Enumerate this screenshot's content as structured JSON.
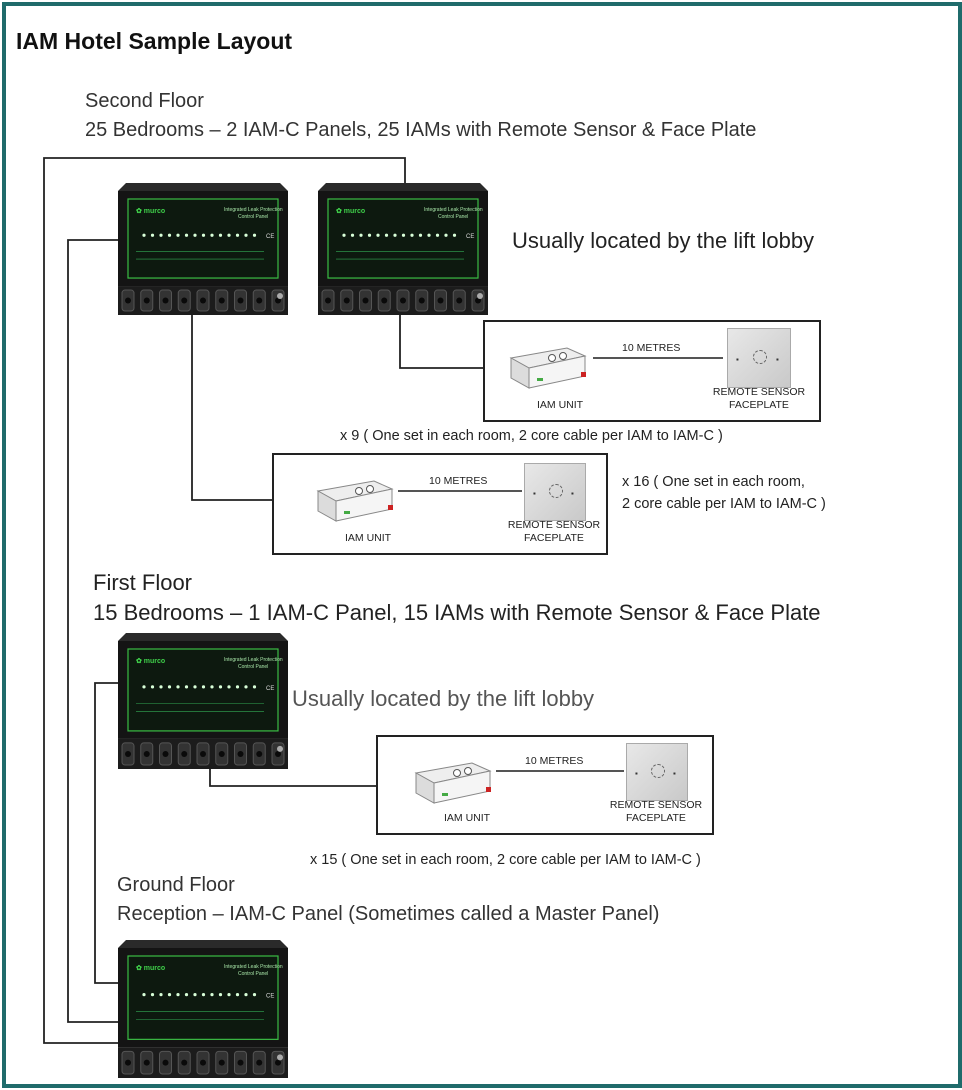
{
  "title": "IAM Hotel Sample Layout",
  "second_floor": {
    "heading": "Second Floor",
    "description": "25 Bedrooms – 2 IAM-C Panels, 25 IAMs with Remote Sensor & Face Plate",
    "panel_location": "Usually located by the lift lobby",
    "set_a_note": "x 9 ( One set in each room, 2 core cable per IAM to IAM-C )",
    "set_b_note_line1": "x 16 ( One set in each room,",
    "set_b_note_line2": "2 core cable per IAM to IAM-C )"
  },
  "first_floor": {
    "heading": "First Floor",
    "description": "15 Bedrooms – 1 IAM-C Panel, 15 IAMs with Remote Sensor & Face Plate",
    "panel_location": "Usually located by the lift lobby",
    "set_note": "x 15 ( One set in each room, 2 core cable per IAM to IAM-C )"
  },
  "ground_floor": {
    "heading": "Ground Floor",
    "description": "Reception – IAM-C Panel (Sometimes called a Master Panel)"
  },
  "room_set": {
    "distance_label": "10 METRES",
    "iam_label": "IAM UNIT",
    "sensor_label_line1": "REMOTE SENSOR",
    "sensor_label_line2": "FACEPLATE"
  },
  "panel": {
    "brand": "murco",
    "name_line1": "Integrated Leak Protection",
    "name_line2": "Control Panel"
  },
  "colors": {
    "frame": "#1f6b6b",
    "panel_body": "#141414",
    "panel_glow": "#3fcf4a"
  }
}
